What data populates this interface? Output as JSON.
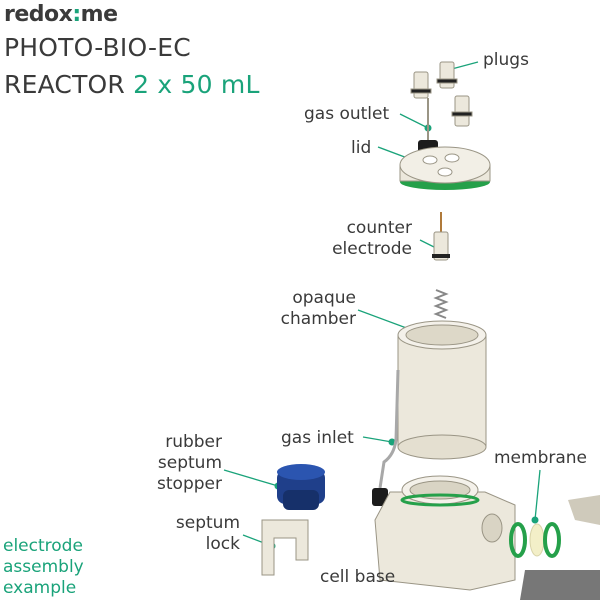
{
  "brand": {
    "text_a": "redox",
    "text_dot": ":",
    "text_b": "me"
  },
  "title": {
    "line1": "PHOTO-BIO-EC",
    "line2_a": "REACTOR ",
    "line2_b": "2 x 50 mL"
  },
  "labels": {
    "plugs": "plugs",
    "gas_outlet": "gas outlet",
    "lid": "lid",
    "counter_1": "counter",
    "counter_2": "electrode",
    "opaque_1": "opaque",
    "opaque_2": "chamber",
    "gas_inlet": "gas inlet",
    "membrane": "membrane",
    "rubber_1": "rubber",
    "rubber_2": "septum",
    "rubber_3": "stopper",
    "septum_lock_1": "septum",
    "septum_lock_2": "lock",
    "cell_base": "cell base",
    "example_1": "electrode",
    "example_2": "assembly",
    "example_3": "example"
  },
  "colors": {
    "accent": "#1aa37a",
    "text": "#3a3a3a",
    "body": "#ece8dc",
    "shade": "#cfcabb",
    "septum": "#1f3f8a",
    "ring": "#25a04a"
  }
}
